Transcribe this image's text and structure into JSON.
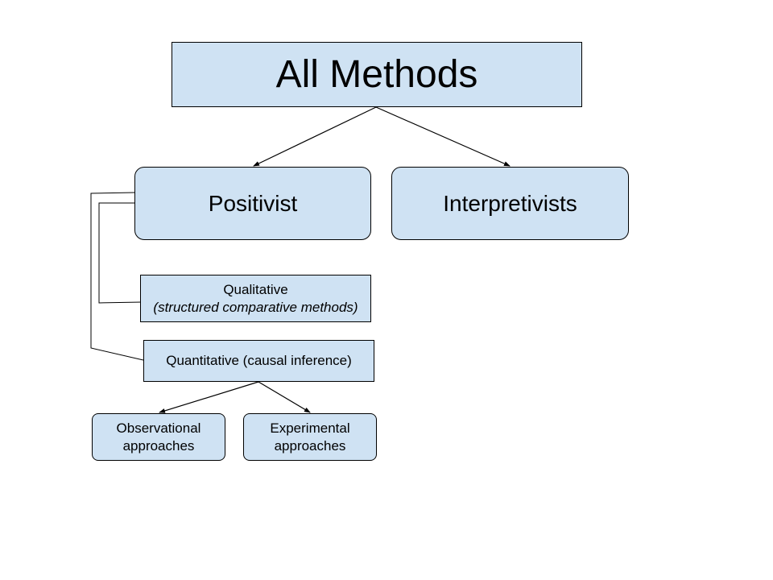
{
  "diagram": {
    "nodes": {
      "all_methods": "All Methods",
      "positivist": "Positivist",
      "interpretivists": "Interpretivists",
      "qualitative": {
        "label": "Qualitative",
        "sublabel": "(structured comparative methods)"
      },
      "quantitative": "Quantitative (causal inference)",
      "observational": {
        "line1": "Observational",
        "line2": "approaches"
      },
      "experimental": {
        "line1": "Experimental",
        "line2": "approaches"
      }
    },
    "colors": {
      "box_fill": "#cfe2f3",
      "stroke": "#000000",
      "background": "#ffffff"
    }
  }
}
